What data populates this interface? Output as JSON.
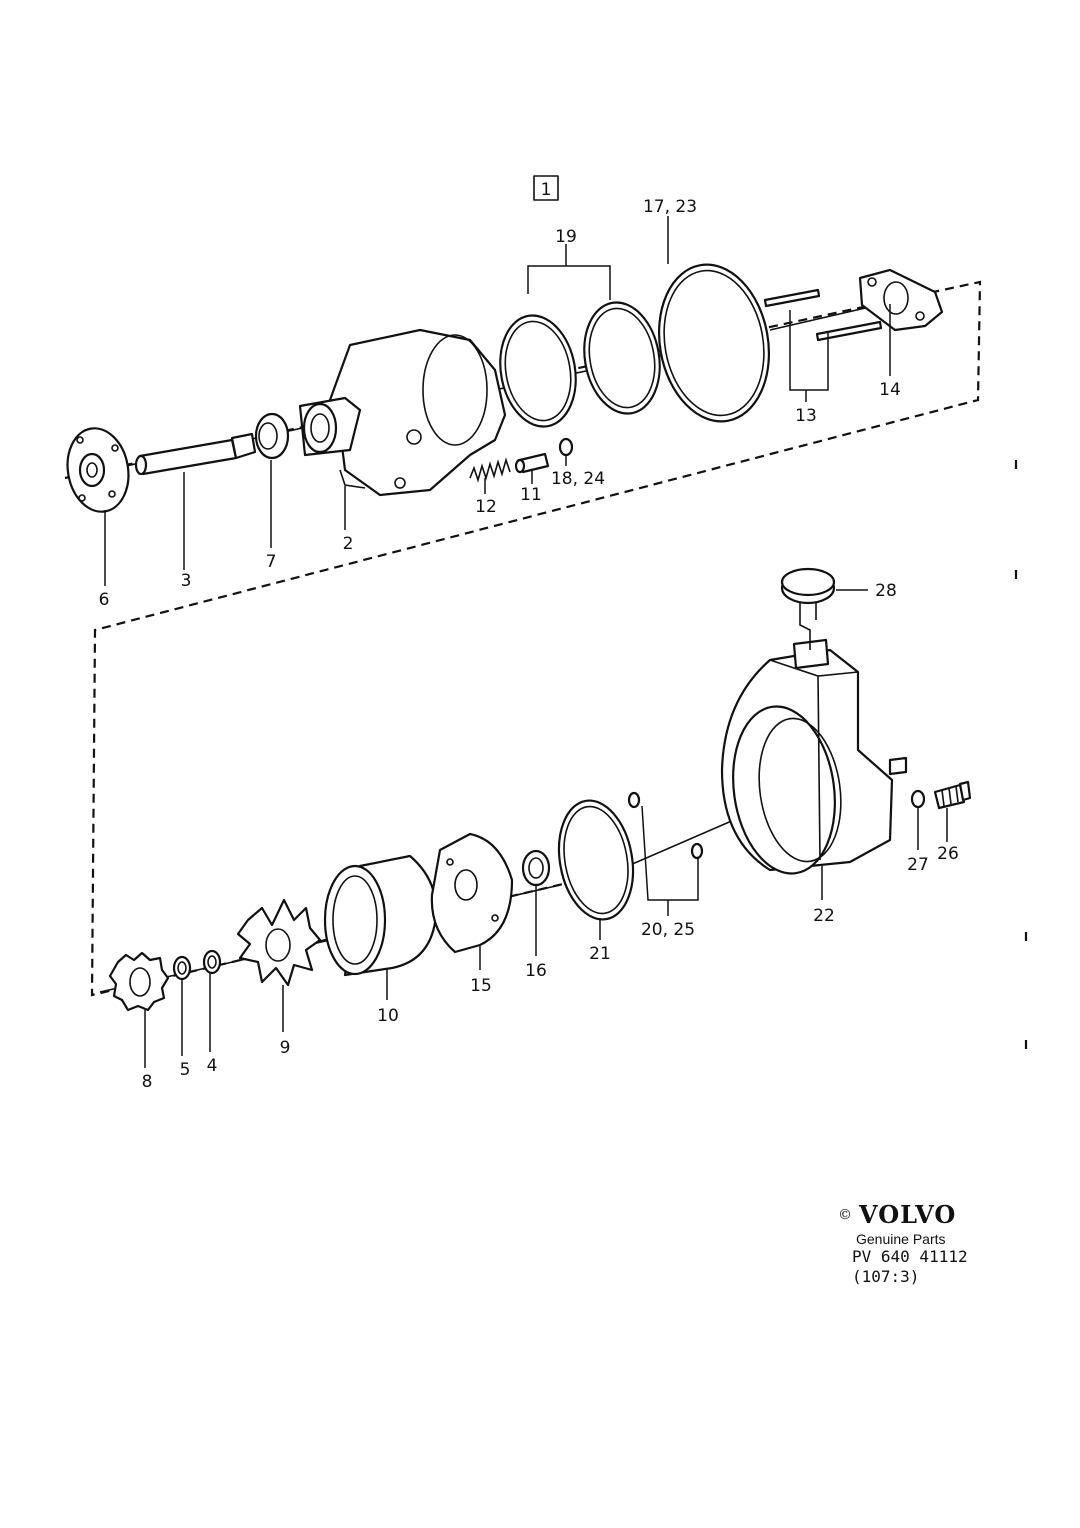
{
  "group_box": "1",
  "labels": {
    "l2": "2",
    "l3": "3",
    "l4": "4",
    "l5": "5",
    "l6": "6",
    "l7": "7",
    "l8": "8",
    "l9": "9",
    "l10": "10",
    "l11": "11",
    "l12": "12",
    "l13": "13",
    "l14": "14",
    "l15": "15",
    "l16": "16",
    "l17_23": "17, 23",
    "l18_24": "18, 24",
    "l19": "19",
    "l20_25": "20, 25",
    "l21": "21",
    "l22": "22",
    "l26": "26",
    "l27": "27",
    "l28": "28"
  },
  "footer": {
    "copyright": "©",
    "brand": "VOLVO",
    "tagline": "Genuine Parts",
    "code": "PV 640 41112",
    "ref": "(107:3)"
  }
}
